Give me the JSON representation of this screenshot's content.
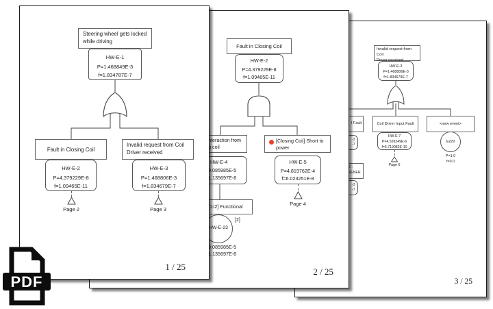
{
  "pdf_icon": {
    "label": "PDF"
  },
  "p1": {
    "page_number": "1 / 25",
    "title_lines": [
      "Steering wheel gets locked",
      "while driving"
    ],
    "root": {
      "id": "HW-E-1",
      "p": "P=1.468849E-3",
      "f": "f=1.834787E-7"
    },
    "left": {
      "label": "Fault in Closing Coil",
      "id": "HW-E-2",
      "p": "P=4.379229E-8",
      "f": "f=1.09465E-11",
      "transfer": "Page 2"
    },
    "right": {
      "label_lines": [
        "Invalid request from Coil",
        "Driver received"
      ],
      "id": "HW-E-3",
      "p": "P=1.468806E-3",
      "f": "f=1.834679E-7",
      "transfer": "Page 3"
    }
  },
  "p2": {
    "page_number": "2 / 25",
    "title": "Fault in Closing Coil",
    "root": {
      "id": "HW-E-2",
      "p": "P=4.379229E-8",
      "f": "f=1.09465E-11"
    },
    "left": {
      "label_frag1": "nteraction from",
      "label_frag2": "g coil",
      "id_frag": "HW-E-4",
      "p_frag": "9.085985E-5",
      "f_frag": "1.135697E-8",
      "func_frag": "CU2] Functional",
      "multiplicity": "[2]",
      "basic_id": "HW-E-23",
      "basic_p_frag": "9.085985E-5",
      "basic_f_frag": "1.135697E-8"
    },
    "right": {
      "label_lines": [
        "[Closing Coil] Short to",
        "power"
      ],
      "dot_color": "#e8432f",
      "id": "HW-E-5",
      "p": "P=4.819762E-4",
      "f": "f=6.023251E-8",
      "transfer": "Page 4"
    }
  },
  "p3": {
    "page_number": "3 / 25",
    "title_lines": [
      "Invalid request from Coil",
      "Driver received"
    ],
    "root": {
      "id": "HW-E-3",
      "p": "P=1.468806E-3",
      "f": "f=1.834679E-7"
    },
    "left": {
      "label_frag": "l Fault",
      "v1_frag": "-3",
      "v2_frag": "-7",
      "comp_frag1": "2 :",
      "comp_frag2": "ZENER",
      "v3_frag": "-3",
      "v4_frag": "-7"
    },
    "mid": {
      "label": "Coil Driver Input Fault",
      "id": "HW-E-7",
      "p": "P=4.559249E-6",
      "f": "f=5.719082E-10",
      "transfer": "Page 6"
    },
    "right": {
      "label": "<new event>",
      "basic_id": "E229",
      "p": "P=1.0",
      "f": "f=0.0"
    }
  }
}
